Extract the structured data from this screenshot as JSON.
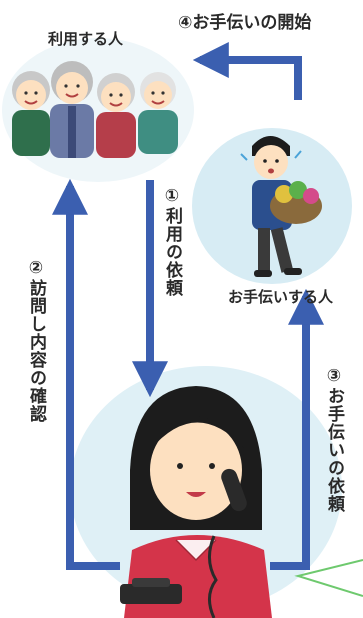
{
  "labels": {
    "users": "利用する人",
    "step4": "④お手伝いの開始",
    "helper": "お手伝いする人",
    "step1": "①利用の依頼",
    "step2": "②訪問し内容の確認",
    "step3": "③お手伝いの依頼"
  },
  "colors": {
    "arrow": "#3b5fb0",
    "bubble": "#d7ecf4",
    "hair": "#1c1c1c",
    "skin": "#fde0c0",
    "shirt_red": "#d4344a",
    "callout": "#6ec96e"
  },
  "icons": {
    "users": "elderly-group-illustration",
    "helper": "man-carrying-laundry-illustration",
    "staff": "woman-on-phone-illustration"
  }
}
